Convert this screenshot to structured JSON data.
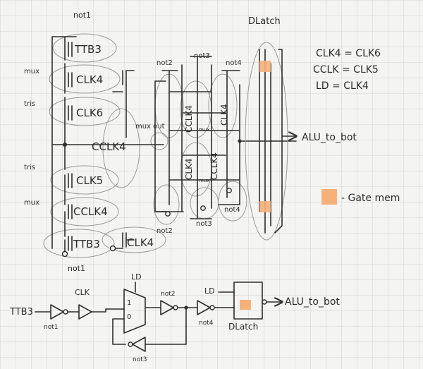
{
  "colors": {
    "paper": "#f4f4f2",
    "grid": "#c9c9c9",
    "ink": "#2b2b2b",
    "pencil": "#9a9a9a",
    "gate_mem": "#f6b07a"
  },
  "schematic": {
    "left_stack": {
      "top_label": "not1",
      "bottom_label": "not1",
      "side_labels": [
        "mux",
        "tris",
        "tris",
        "mux"
      ],
      "transistor_labels": [
        "TTB3",
        "CLK4",
        "CLK6",
        "CLK5",
        "CCLK4",
        "TTB3"
      ],
      "right_transistor_labels": [
        "CCLK4",
        "CLK4"
      ],
      "mux_out": "mux out"
    },
    "middle": {
      "labels": [
        "not2",
        "not3",
        "not4"
      ],
      "bottom_labels": [
        "not2",
        "not3",
        "not4"
      ],
      "rotated_labels": [
        "CCLK4",
        "CLK4",
        "CLK4",
        "CCLK4"
      ],
      "mux_tags": [
        "mux",
        "mux"
      ]
    },
    "dlatch_title": "DLatch",
    "output": "ALU_to_bot",
    "equations": [
      "CLK4 = CLK6",
      "CCLK = CLK5",
      "LD = CLK4"
    ],
    "legend": "- Gate mem"
  },
  "logic": {
    "input": "TTB3",
    "not1": "not1",
    "clk": "CLK",
    "ld_mux": "LD",
    "mux_in1": "1",
    "mux_in0": "0",
    "not2": "not2",
    "ld_latch": "LD",
    "not4": "not4",
    "not3": "not3",
    "dlatch": "DLatch",
    "output": "ALU_to_bot"
  }
}
